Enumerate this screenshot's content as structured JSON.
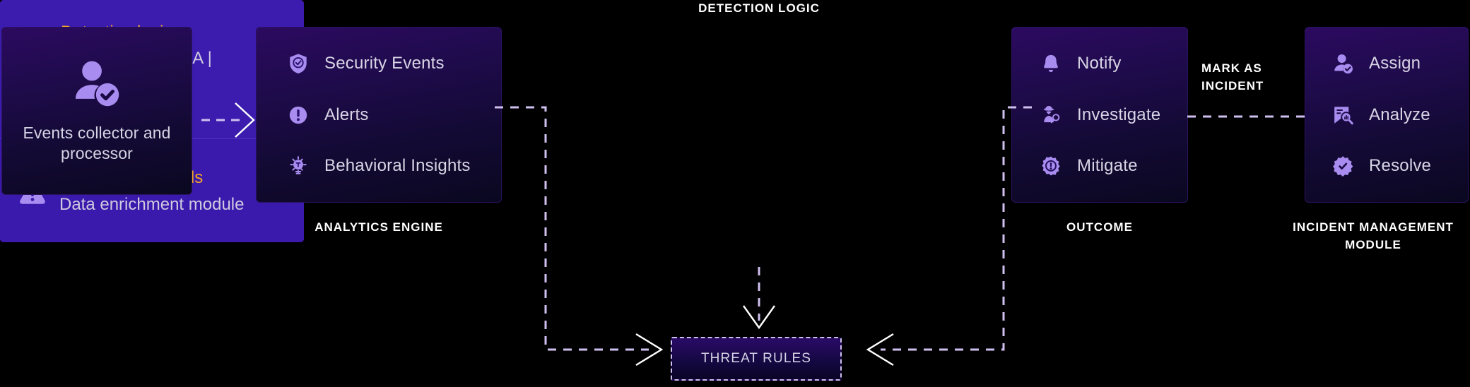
{
  "colors": {
    "background": "#000000",
    "card_purple_top": "#2c0a60",
    "card_navy_bottom": "#0a0820",
    "detection_box": "#3a1aa8",
    "accent_orange": "#f5a623",
    "icon_lavender": "#a98cf0",
    "text_light": "#d8d5e6",
    "connector": "#cfc0ef",
    "caption_white": "#ffffff"
  },
  "captions": {
    "detection_logic": "DETECTION LOGIC",
    "analytics_engine": "ANALYTICS ENGINE",
    "outcome": "OUTCOME",
    "incident_management": "INCIDENT MANAGEMENT MODULE",
    "mark_as_incident_line1": "MARK AS",
    "mark_as_incident_line2": "INCIDENT"
  },
  "collector": {
    "icon": "user-check-icon",
    "label": "Events collector and processor"
  },
  "analytics": {
    "items": [
      {
        "icon": "shield-check-icon",
        "label": "Security Events"
      },
      {
        "icon": "alert-circle-icon",
        "label": "Alerts"
      },
      {
        "icon": "lightbulb-gear-icon",
        "label": "Behavioral Insights"
      }
    ]
  },
  "detection": {
    "sections": [
      {
        "icon": "detective-icon",
        "title": "Detection logics",
        "body": "Correlation | UEBA | Signature-based mapping"
      },
      {
        "icon": "warning-triangle-icon",
        "title": "IoCs | Threat feeds",
        "body": "Data enrichment module"
      }
    ]
  },
  "outcome": {
    "items": [
      {
        "icon": "bell-icon",
        "label": "Notify"
      },
      {
        "icon": "detective-icon",
        "label": "Investigate"
      },
      {
        "icon": "gear-alert-icon",
        "label": "Mitigate"
      }
    ]
  },
  "incident": {
    "items": [
      {
        "icon": "user-check-icon",
        "label": "Assign"
      },
      {
        "icon": "document-search-icon",
        "label": "Analyze"
      },
      {
        "icon": "badge-check-icon",
        "label": "Resolve"
      }
    ]
  },
  "threat_rules": {
    "label": "THREAT RULES"
  }
}
